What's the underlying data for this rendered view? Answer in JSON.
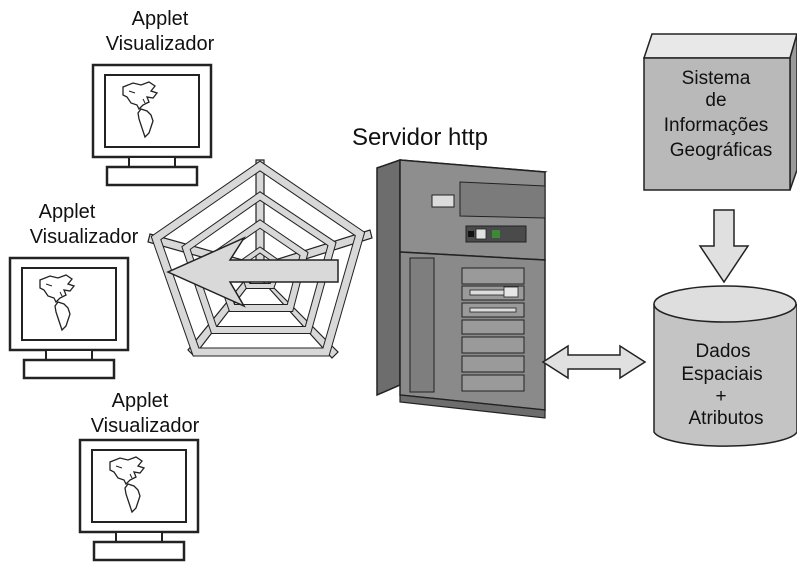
{
  "clients": [
    {
      "line1": "Applet",
      "line2": "Visualizador"
    },
    {
      "line1": "Applet",
      "line2": "Visualizador"
    },
    {
      "line1": "Applet",
      "line2": "Visualizador"
    }
  ],
  "server": {
    "label": "Servidor  http"
  },
  "gis": {
    "line1": "Sistema",
    "line2": "de",
    "line3": "Informações",
    "line4": "Geográficas"
  },
  "database": {
    "line1": "Dados",
    "line2": "Espaciais",
    "line3": "+",
    "line4": "Atributos"
  },
  "colors": {
    "server_body": "#8a8a8a",
    "server_side": "#6f6f6f",
    "box_face": "#b9b9b9",
    "box_top": "#e6e6e6",
    "cylinder": "#c4c4c4",
    "arrow_fill": "#d9d9d9",
    "web": "#cfcfcf",
    "outline": "#222222"
  },
  "icons": {
    "client": "computer-monitor-icon",
    "network": "spider-web-icon",
    "server": "server-tower-icon",
    "gis": "cube-box-icon",
    "database": "database-cylinder-icon"
  }
}
